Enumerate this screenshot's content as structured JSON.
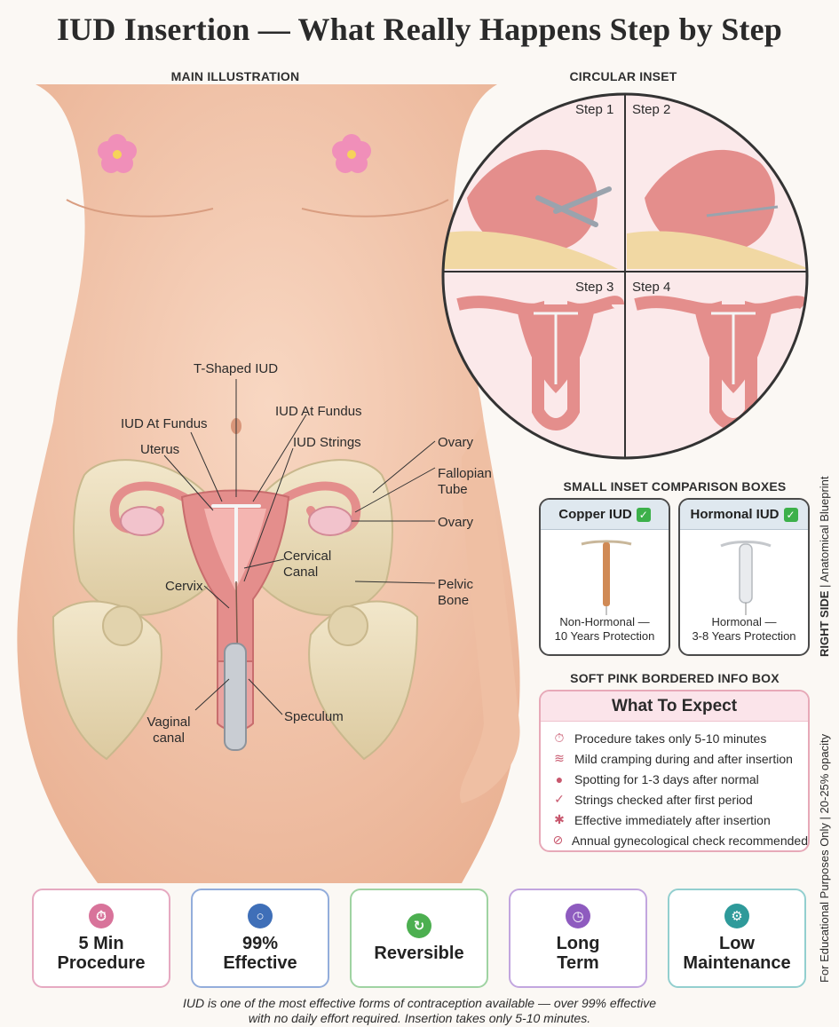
{
  "title": "IUD Insertion — What Really Happens Step by Step",
  "sections": {
    "main": "MAIN ILLUSTRATION",
    "inset": "CIRCULAR INSET",
    "comparison": "SMALL INSET COMPARISON BOXES",
    "info": "SOFT PINK BORDERED INFO BOX"
  },
  "annotations": {
    "t_shaped_iud": "T-Shaped IUD",
    "iud_at_fundus_left": "IUD At Fundus",
    "iud_at_fundus_right": "IUD At Fundus",
    "uterus": "Uterus",
    "iud_strings": "IUD Strings",
    "ovary_top": "Ovary",
    "fallopian_tube_1": "Fallopian",
    "fallopian_tube_2": "Tube",
    "ovary_mid": "Ovary",
    "cervical_canal_1": "Cervical",
    "cervical_canal_2": "Canal",
    "cervix": "Cervix",
    "pelvic_bone_1": "Pelvic",
    "pelvic_bone_2": "Bone",
    "vaginal_canal_1": "Vaginal",
    "vaginal_canal_2": "canal",
    "speculum": "Speculum"
  },
  "inset_steps": [
    "Step 1",
    "Step 2",
    "Step 3",
    "Step 4"
  ],
  "comparison": {
    "copper": {
      "title": "Copper IUD",
      "line1": "Non-Hormonal —",
      "line2": "10 Years Protection"
    },
    "hormonal": {
      "title": "Hormonal IUD",
      "line1": "Hormonal —",
      "line2": "3-8 Years Protection"
    },
    "check_glyph": "✓"
  },
  "info_box": {
    "title": "What To Expect",
    "items": [
      {
        "icon": "timer-icon",
        "glyph": "⏱",
        "text": "Procedure takes only 5-10 minutes"
      },
      {
        "icon": "cramp-icon",
        "glyph": "≋",
        "text": "Mild cramping during and after insertion"
      },
      {
        "icon": "drop-icon",
        "glyph": "●",
        "text": "Spotting for 1-3 days after normal"
      },
      {
        "icon": "check-icon",
        "glyph": "✓",
        "text": "Strings checked after first period"
      },
      {
        "icon": "sparkle-icon",
        "glyph": "✱",
        "text": "Effective immediately after insertion"
      },
      {
        "icon": "check-circle-icon",
        "glyph": "⊘",
        "text": "Annual gynecological check recommended"
      }
    ]
  },
  "side_labels": {
    "right_side": "RIGHT SIDE",
    "blueprint": " | Anatomical Blueprint",
    "education": "For Educational Purposes Only | 20-25% opacity"
  },
  "features": [
    {
      "line1": "5 Min",
      "line2": "Procedure",
      "color": "#d8739a",
      "glyph": "⏱"
    },
    {
      "line1": "99%",
      "line2": "Effective",
      "color": "#3f6fb8",
      "glyph": "○"
    },
    {
      "line1": "Reversible",
      "line2": "",
      "color": "#4caf50",
      "glyph": "↻"
    },
    {
      "line1": "Long",
      "line2": "Term",
      "color": "#8e5bbf",
      "glyph": "◷"
    },
    {
      "line1": "Low",
      "line2": "Maintenance",
      "color": "#2e9a9a",
      "glyph": "⚙"
    }
  ],
  "footer": {
    "line1": "IUD is one of the most effective forms of contraception available — over 99% effective",
    "line2": "with no daily effort required. Insertion takes only 5-10 minutes."
  },
  "colors": {
    "skin": "#f4c9ae",
    "uterus": "#e48e8c",
    "bone": "#ece0bf",
    "info_border": "#e7a9b8",
    "background": "#fbf8f4"
  }
}
